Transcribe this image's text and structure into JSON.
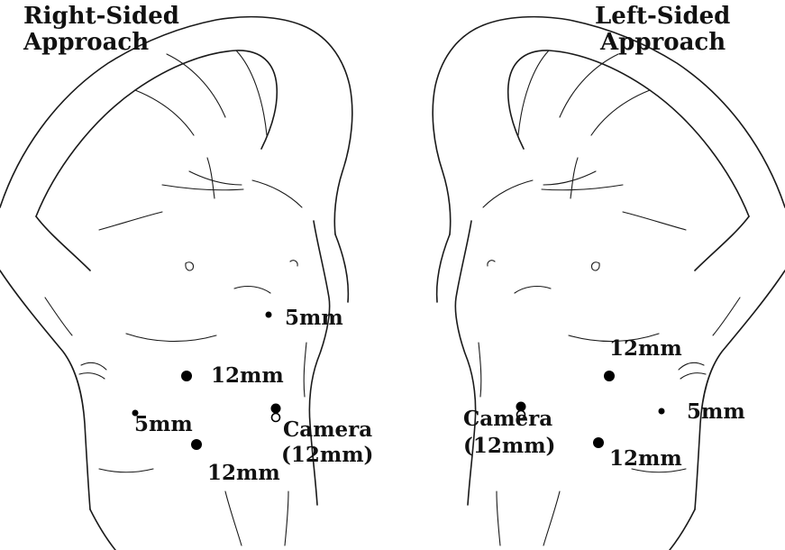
{
  "panels": {
    "right": {
      "title_line1": "Right-Sided",
      "title_line2": "Approach",
      "ports": {
        "upper_5mm": "5mm",
        "mid_12mm": "12mm",
        "left_5mm": "5mm",
        "camera_line1": "Camera",
        "camera_line2": "(12mm)",
        "lower_12mm": "12mm"
      }
    },
    "left": {
      "title_line1": "Left-Sided",
      "title_line2": "Approach",
      "ports": {
        "upper_12mm": "12mm",
        "mid_5mm": "5mm",
        "camera_line1": "Camera",
        "camera_line2": "(12mm)",
        "lower_12mm": "12mm"
      }
    }
  },
  "colors": {
    "line": "#1a1a1a",
    "port_marker": "#000000",
    "background": "#ffffff"
  }
}
